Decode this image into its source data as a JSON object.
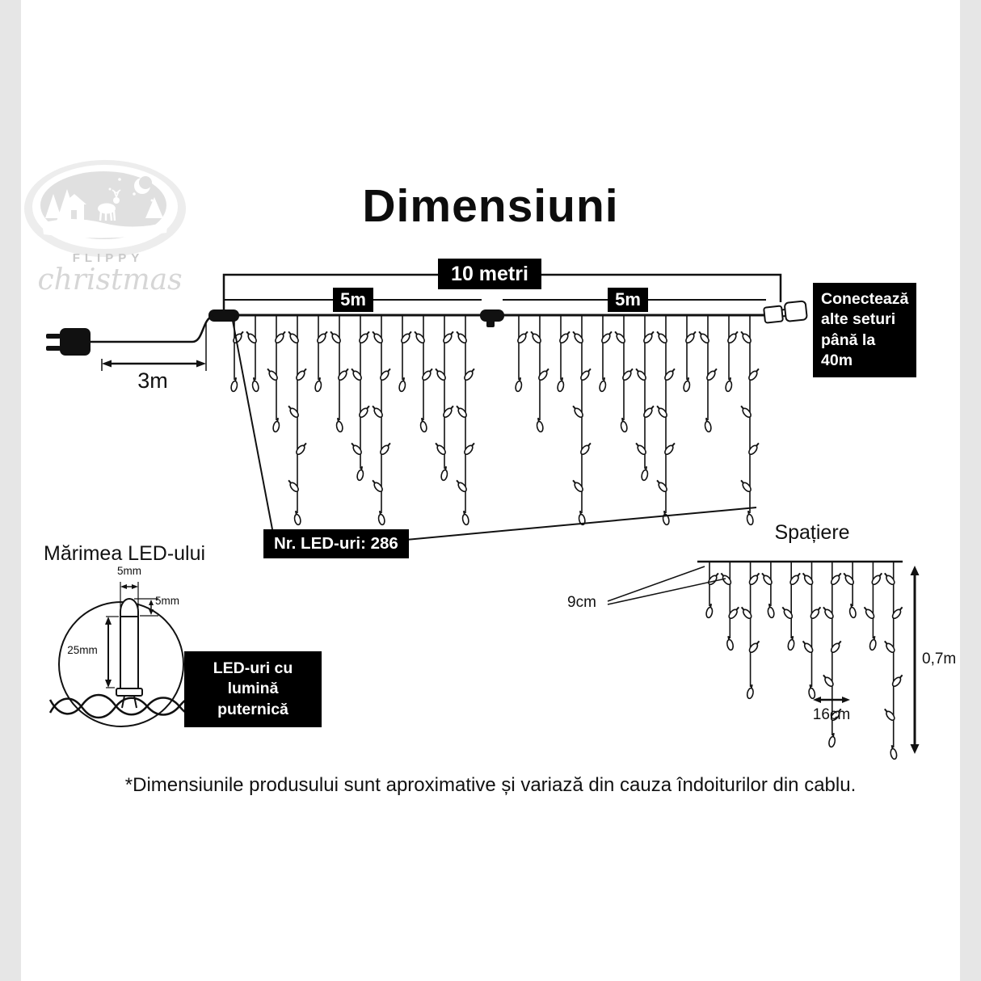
{
  "title": "Dimensiuni",
  "logo": {
    "brand": "FLIPPY",
    "brand_script": "christmas"
  },
  "main_diagram": {
    "total_label": "10 metri",
    "left_half_label": "5m",
    "right_half_label": "5m",
    "lead_label": "3m",
    "connector_note": "Conectează alte seturi până la 40m",
    "led_count": "Nr. LED-uri: 286"
  },
  "led_size": {
    "title": "Mărimea LED-ului",
    "top_width": "5mm",
    "dome_height": "5mm",
    "body_height": "25mm",
    "note": "LED-uri cu lumină puternică"
  },
  "spacing": {
    "title": "Spațiere",
    "gap_small": "9cm",
    "gap_large": "16cm",
    "height": "0,7m"
  },
  "footnote": "*Dimensiunile produsului sunt aproximative și variază din cauza îndoiturilor din cablu."
}
